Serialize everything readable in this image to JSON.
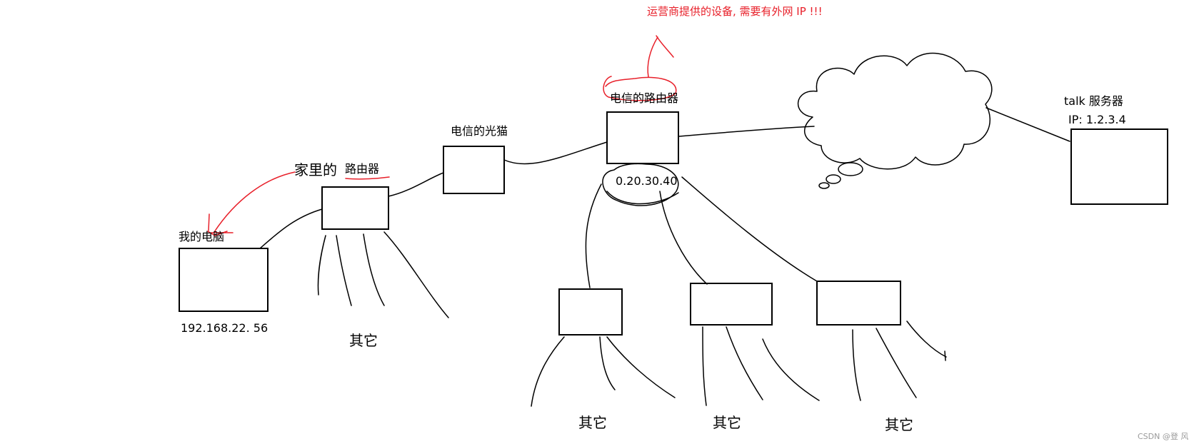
{
  "labels": {
    "isp_note": "运营商提供的设备, 需要有外网 IP !!!",
    "telecom_router": "电信的路由器",
    "optical_modem": "电信的光猫",
    "home_router_prefix": "家里的",
    "home_router_suffix": "路由器",
    "my_pc": "我的电脑",
    "my_pc_ip": "192.168.22. 56",
    "router_ip": "0.20.30.40",
    "server_name": "talk 服务器",
    "server_ip": "IP: 1.2.3.4",
    "others": "其它",
    "watermark": "CSDN @登 风"
  },
  "colors": {
    "ink": "#000000",
    "annotation": "#e8202a",
    "watermark": "#9a9a9a",
    "background": "#ffffff"
  }
}
